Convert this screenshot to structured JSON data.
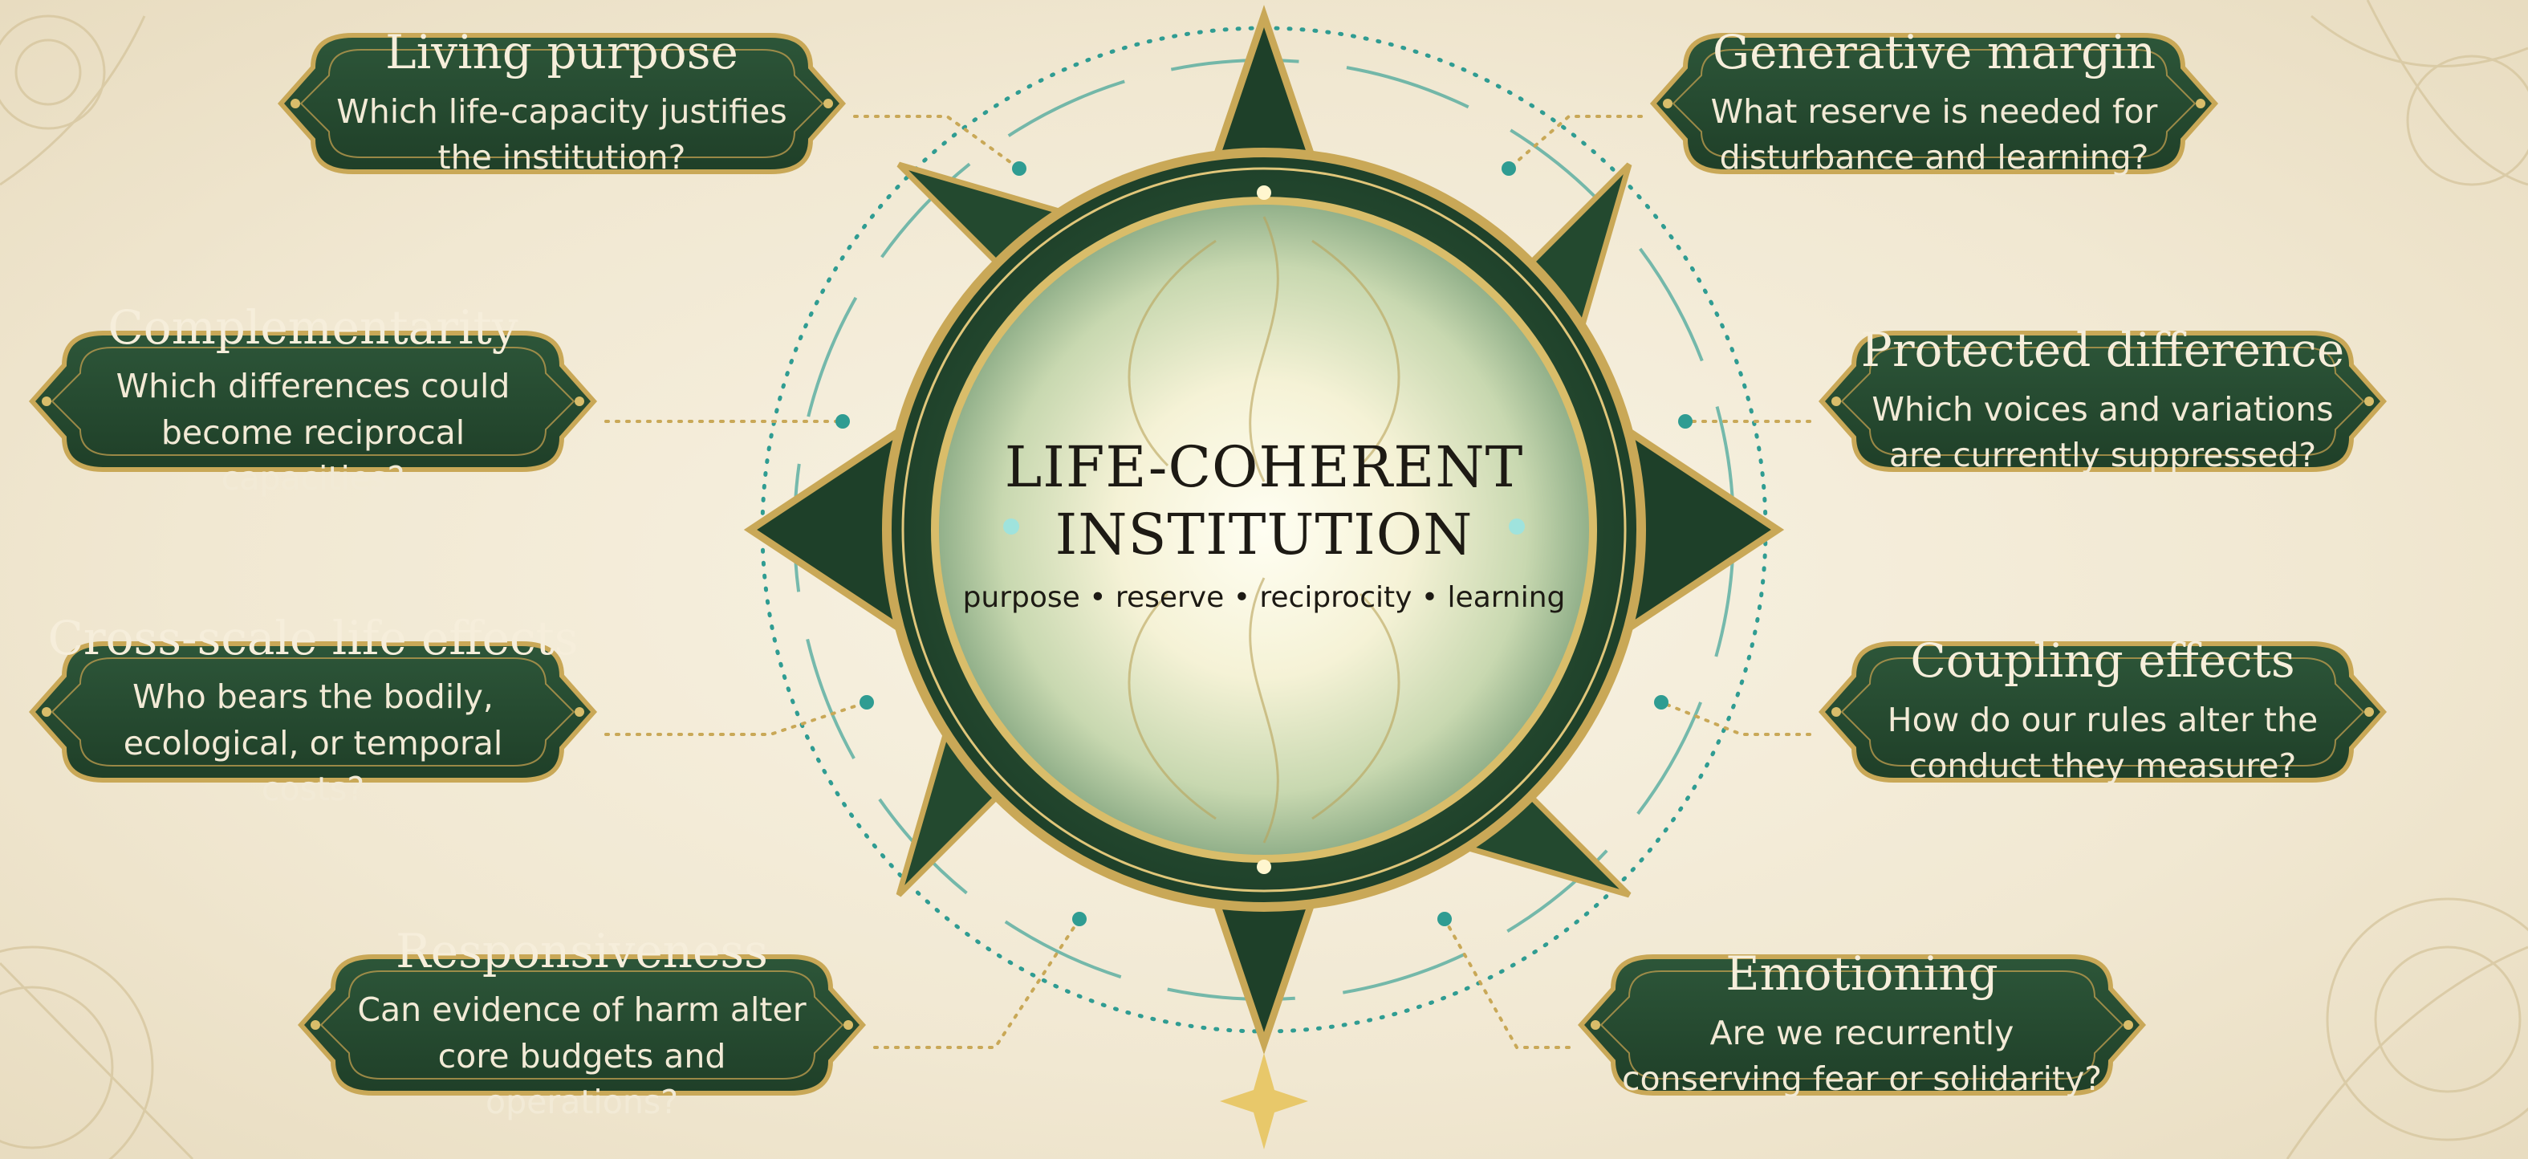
{
  "center": {
    "title_line1": "LIFE-COHERENT",
    "title_line2": "INSTITUTION",
    "subtitle": "purpose • reserve • reciprocity • learning"
  },
  "cards": [
    {
      "title": "Living purpose",
      "question": "Which life-capacity justifies the institution?"
    },
    {
      "title": "Generative margin",
      "question": "What reserve is needed for disturbance and learning?"
    },
    {
      "title": "Complementarity",
      "question": "Which differences could become reciprocal capacities?"
    },
    {
      "title": "Protected difference",
      "question": "Which voices and variations are currently suppressed?"
    },
    {
      "title": "Cross-scale life effects",
      "question": "Who bears the bodily, ecological, or temporal costs?"
    },
    {
      "title": "Coupling effects",
      "question": "How do our rules alter the conduct they measure?"
    },
    {
      "title": "Responsiveness",
      "question": "Can evidence of harm alter core budgets and operations?"
    },
    {
      "title": "Emotioning",
      "question": "Are we recurrently conserving fear or solidarity?"
    }
  ],
  "colors": {
    "card_green": "#24482f",
    "gold": "#c9a857",
    "teal": "#2f9c92",
    "parchment": "#f4ecd9"
  }
}
